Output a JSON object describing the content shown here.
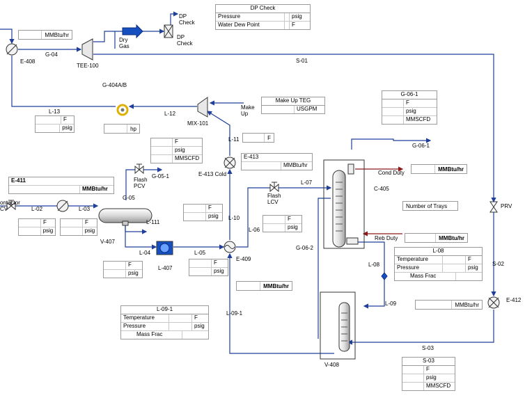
{
  "streams": {
    "g04": "G-04",
    "s01": "S-01",
    "l13": "L-13",
    "l12": "L-12",
    "l11": "L-11",
    "l10": "L-10",
    "l06": "L-06",
    "l07": "L-07",
    "l02": "L-02",
    "l03": "L-03",
    "l04": "L-04",
    "l05": "L-05",
    "l111": "L-111",
    "g05": "G-05",
    "g051": "G-05-1",
    "g061": "G-06-1",
    "g062": "G-06-2",
    "l08": "L-08",
    "l09": "L-09",
    "l091": "L-09-1",
    "s02": "S-02",
    "s03": "S-03"
  },
  "equipment": {
    "e408": "E-408",
    "tee100": "TEE-100",
    "dry_gas": "Dry\nGas",
    "dp_check_top": "DP\nCheck",
    "dp_check_bot": "DP\nCheck",
    "g404": "G-404A/B",
    "mix101": "MIX-101",
    "make_up": "Make\nUp",
    "e413": "E-413",
    "e413_cold": "E-413 Cold",
    "e411": "E-411",
    "contactor": "ontactor\nCV",
    "flash_pcv": "Flash\nPCV",
    "v407": "V-407",
    "l407": "L-407",
    "e409": "E-409",
    "flash_lcv": "Flash\nLCV",
    "c405": "C-405",
    "cond_duty": "Cond Duty",
    "reb_duty": "Reb Duty",
    "prv": "PRV",
    "e412": "E-412",
    "v408": "V-408"
  },
  "tables": {
    "dp_check": {
      "title": "DP Check",
      "rows": [
        [
          "Pressure",
          "",
          "psig"
        ],
        [
          "Water Dew Point",
          "",
          "F"
        ]
      ]
    },
    "mmbtu_e408": {
      "unit": "MMBtu/hr"
    },
    "makeup_teg": {
      "title": "Make Up TEG",
      "unit": "USGPM"
    },
    "g061": {
      "title": "G-06-1",
      "units": [
        "F",
        "psig",
        "MMSCFD"
      ]
    },
    "l13": {
      "units": [
        "F",
        "psig"
      ]
    },
    "hp": {
      "unit": "hp"
    },
    "l11": {
      "unit": "F"
    },
    "g051": {
      "units": [
        "F",
        "psig",
        "MMSCFD"
      ]
    },
    "e413_duty": {
      "title": "E-413",
      "unit": "MMBtu/hr"
    },
    "cond_duty": {
      "unit": "MMBtu/hr"
    },
    "e411_duty": {
      "title": "E-411",
      "unit": "MMBtu/hr"
    },
    "trays": {
      "label": "Number of Trays"
    },
    "l02": {
      "units": [
        "F",
        "psig"
      ]
    },
    "l03": {
      "units": [
        "F",
        "psig"
      ]
    },
    "l10": {
      "units": [
        "F",
        "psig"
      ]
    },
    "l06": {
      "units": [
        "F",
        "psig"
      ]
    },
    "reb_duty": {
      "unit": "MMBtu/hr"
    },
    "l08": {
      "title": "L-08",
      "rows": [
        [
          "Temperature",
          "F"
        ],
        [
          "Pressure",
          "psig"
        ],
        [
          "Mass Frac",
          ""
        ]
      ]
    },
    "l04": {
      "units": [
        "F",
        "psig"
      ]
    },
    "l05": {
      "units": [
        "F",
        "psig"
      ]
    },
    "e409_duty": {
      "unit": "MMBtu/hr"
    },
    "e412_duty": {
      "unit": "MMBtu/hr"
    },
    "l091": {
      "title": "L-09-1",
      "rows": [
        [
          "Temperature",
          "F"
        ],
        [
          "Pressure",
          "psig"
        ],
        [
          "Mass Frac",
          ""
        ]
      ]
    },
    "s03": {
      "title": "S-03",
      "units": [
        "F",
        "psig",
        "MMSCFD"
      ]
    }
  },
  "colors": {
    "stream": "#1f3f9a",
    "energy": "#8b1a1a",
    "blue_valve": "#1650c0",
    "pump_ring": "#e0b000"
  }
}
